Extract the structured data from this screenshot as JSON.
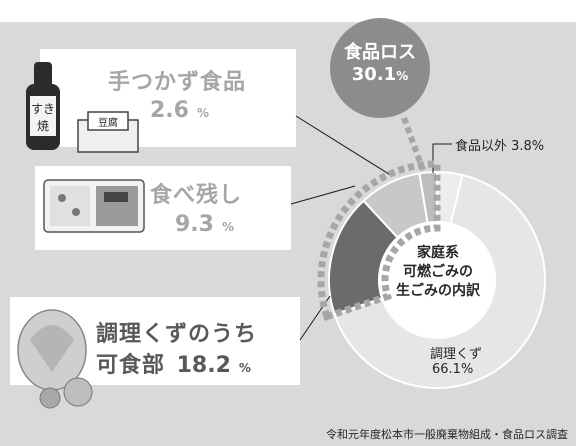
{
  "chart_data": {
    "type": "pie",
    "title": "家庭系\n可燃ごみの\n生ごみの内訳",
    "slices": [
      {
        "label": "食品以外",
        "value": 3.8,
        "color": "#ededed"
      },
      {
        "label": "調理くず",
        "value": 66.1,
        "color": "#e6e6e6"
      },
      {
        "label": "調理くずのうち可食部",
        "value": 18.2,
        "color": "#6b6b6b"
      },
      {
        "label": "食べ残し",
        "value": 9.3,
        "color": "#c8c8c8"
      },
      {
        "label": "手つかず食品",
        "value": 2.6,
        "color": "#bdbdbd"
      }
    ],
    "food_loss": {
      "label": "食品ロス",
      "value": "30.1",
      "unit": "%"
    }
  },
  "labels": {
    "teтsukazu": {
      "title": "手つかず食品",
      "value": "2.6",
      "unit": "%"
    },
    "tabenokoshi": {
      "title": "食べ残し",
      "value": "9.3",
      "unit": "%"
    },
    "kashokubu": {
      "line1": "調理くずのうち",
      "line2": "可食部",
      "value": "18.2",
      "unit": "%"
    },
    "other": {
      "text": "食品以外 3.8%"
    },
    "choriku": {
      "name": "調理くず",
      "value": "66.1%"
    },
    "center": {
      "l1": "家庭系",
      "l2": "可燃ごみの",
      "l3": "生ごみの内訳"
    },
    "foodloss_title": "食品ロス",
    "foodloss_value": "30.1",
    "foodloss_unit": "%"
  },
  "icons": [
    "sukiyaki-sauce-bottle-icon",
    "tofu-pack-icon",
    "bento-box-icon",
    "vegetable-scraps-icon"
  ],
  "source": "令和元年度松本市一般廃棄物組成・食品ロス調査"
}
